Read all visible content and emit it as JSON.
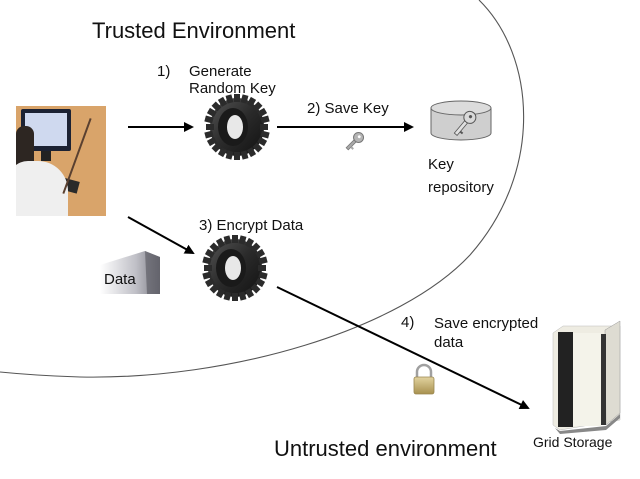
{
  "zones": {
    "trusted": "Trusted Environment",
    "untrusted": "Untrusted environment"
  },
  "steps": [
    {
      "number": "1)",
      "label_line1": "Generate",
      "label_line2": "Random Key"
    },
    {
      "number": "2)",
      "label": "Save Key"
    },
    {
      "number": "3)",
      "label": "Encrypt Data"
    },
    {
      "number": "4)",
      "label_line1": "Save encrypted",
      "label_line2": "data"
    }
  ],
  "nodes": {
    "user": {
      "icon": "user-at-computer-photo"
    },
    "data": {
      "label": "Data",
      "icon": "data-block-icon"
    },
    "key_generator": {
      "icon": "gear-icon"
    },
    "encryptor": {
      "icon": "gear-icon"
    },
    "key_repository": {
      "label_line1": "Key",
      "label_line2": "repository",
      "icon": "database-key-icon"
    },
    "grid_storage": {
      "label": "Grid Storage",
      "icon": "server-cabinet-icon"
    }
  },
  "edges": [
    {
      "from": "user",
      "to": "key_generator",
      "step": "1)"
    },
    {
      "from": "key_generator",
      "to": "key_repository",
      "step": "2)",
      "carrier_icon": "key-icon"
    },
    {
      "from": "user",
      "to": "encryptor",
      "step": "3)"
    },
    {
      "from": "encryptor",
      "to": "grid_storage",
      "step": "4)",
      "carrier_icon": "padlock-icon"
    }
  ],
  "colors": {
    "boundary": "#555555",
    "arrow": "#000000",
    "gear": "#2e2e2e",
    "repository": "#cfcfcf",
    "storage_body": "#e9e7dc",
    "storage_stripe": "#1e1e1e",
    "padlock": "#c8b27a"
  }
}
